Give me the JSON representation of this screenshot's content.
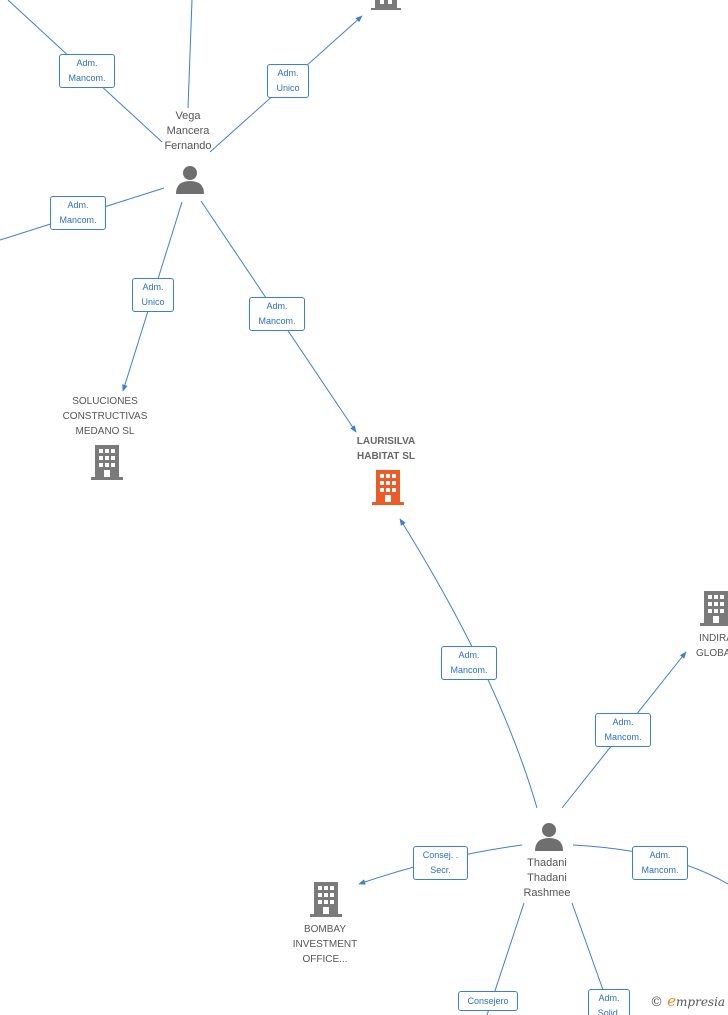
{
  "people": [
    {
      "id": "vega",
      "lines": [
        "Vega",
        "Mancera",
        "Fernando"
      ]
    },
    {
      "id": "thadani",
      "lines": [
        "Thadani",
        "Thadani",
        "Rashmee"
      ]
    }
  ],
  "companies": [
    {
      "id": "soluciones",
      "lines": [
        "SOLUCIONES",
        "CONSTRUCTIVAS",
        "MEDANO  SL"
      ]
    },
    {
      "id": "laurisilva",
      "lines": [
        "LAURISILVA",
        "HABITAT  SL"
      ]
    },
    {
      "id": "indira",
      "lines": [
        "INDIRA",
        "GLOBAL"
      ]
    },
    {
      "id": "bombay",
      "lines": [
        "BOMBAY",
        "INVESTMENT",
        "OFFICE..."
      ]
    }
  ],
  "edge_labels": [
    {
      "id": "e1",
      "lines": [
        "Adm.",
        "Mancom."
      ]
    },
    {
      "id": "e2",
      "lines": [
        "Adm.",
        "Unico"
      ]
    },
    {
      "id": "e3",
      "lines": [
        "Adm.",
        "Mancom."
      ]
    },
    {
      "id": "e4",
      "lines": [
        "Adm.",
        "Unico"
      ]
    },
    {
      "id": "e5",
      "lines": [
        "Adm.",
        "Mancom."
      ]
    },
    {
      "id": "e6",
      "lines": [
        "Adm.",
        "Mancom."
      ]
    },
    {
      "id": "e7",
      "lines": [
        "Adm.",
        "Mancom."
      ]
    },
    {
      "id": "e8",
      "lines": [
        "Consej. .",
        "Secr."
      ]
    },
    {
      "id": "e9",
      "lines": [
        "Adm.",
        "Mancom."
      ]
    },
    {
      "id": "e10",
      "lines": [
        "Consejero"
      ]
    },
    {
      "id": "e11",
      "lines": [
        "Adm.",
        "Solid."
      ]
    }
  ],
  "brand": {
    "copyright": "©",
    "initial": "e",
    "rest": "mpresia"
  },
  "colors": {
    "edge": "#3b7fd4",
    "person_icon": "#6f6f6f",
    "company_icon": "#7a7a7a",
    "focus_company_icon": "#f05a24"
  }
}
